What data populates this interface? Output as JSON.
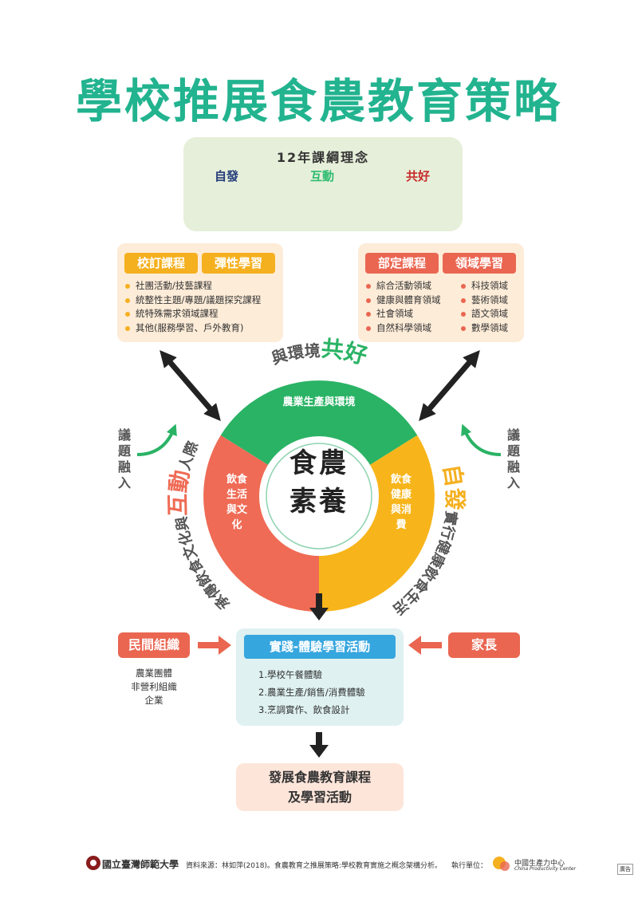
{
  "title": "學校推展食農教育策略",
  "philosophy": {
    "heading": "12年課綱理念",
    "items": [
      {
        "label": "自發",
        "color": "#233b7a",
        "icon": "inward-arrows-icon"
      },
      {
        "label": "互動",
        "color": "#2dbb70",
        "icon": "diamond-arrows-icon"
      },
      {
        "label": "共好",
        "color": "#c72a2a",
        "icon": "circular-arrows-icon"
      }
    ]
  },
  "school_curriculum": {
    "tags": [
      "校訂課程",
      "彈性學習"
    ],
    "items": [
      "社團活動/技藝課程",
      "統整性主題/專題/議題探究課程",
      "統特殊需求領域課程",
      "其他(服務學習、戶外教育)"
    ]
  },
  "ministry_curriculum": {
    "tags": [
      "部定課程",
      "領域學習"
    ],
    "items_left": [
      "綜合活動領域",
      "健康與體育領域",
      "社會領域",
      "自然科學領域"
    ],
    "items_right": [
      "科技領域",
      "藝術領域",
      "語文領域",
      "數學領域"
    ]
  },
  "issue_integration": "議題融入",
  "wheel": {
    "center": [
      "食農",
      "素養"
    ],
    "segments": [
      {
        "label": "農業生產與環境",
        "color": "#2ab365"
      },
      {
        "label": "飲食生活與文化",
        "color": "#ef6b55"
      },
      {
        "label": "飲食健康與消費",
        "color": "#f7b51b"
      }
    ],
    "outer_top": {
      "prefix": "與環境",
      "emph": "共好"
    },
    "outer_left": {
      "emph": "互動",
      "main": "承傳飲食文化與",
      "suffix": "人際"
    },
    "outer_right": {
      "emph": "自發",
      "main": "實行健康飲食生活"
    }
  },
  "community": {
    "label": "民間組織",
    "items": [
      "農業團體",
      "非營利組織",
      "企業"
    ]
  },
  "parents": {
    "label": "家長"
  },
  "practice": {
    "label": "實踐-體驗學習活動",
    "steps": [
      "1.學校午餐體驗",
      "2.農業生產/銷售/消費體驗",
      "3.烹調實作、飲食設計"
    ]
  },
  "develop": {
    "line1": "發展食農教育課程",
    "line2": "及學習活動"
  },
  "footer": {
    "university": "國立臺灣師範大學",
    "source": "資料來源：林如萍(2018)。食農教育之推展策略:學校教育實施之概念架構分析。",
    "executor": "執行單位：",
    "cpc_name": "中國生產力中心",
    "cpc_en": "China Productivity Center",
    "ad": "廣告"
  },
  "colors": {
    "green": "#22b38f",
    "orange": "#f5b01f",
    "red": "#ea6651",
    "blue": "#36a6df"
  }
}
